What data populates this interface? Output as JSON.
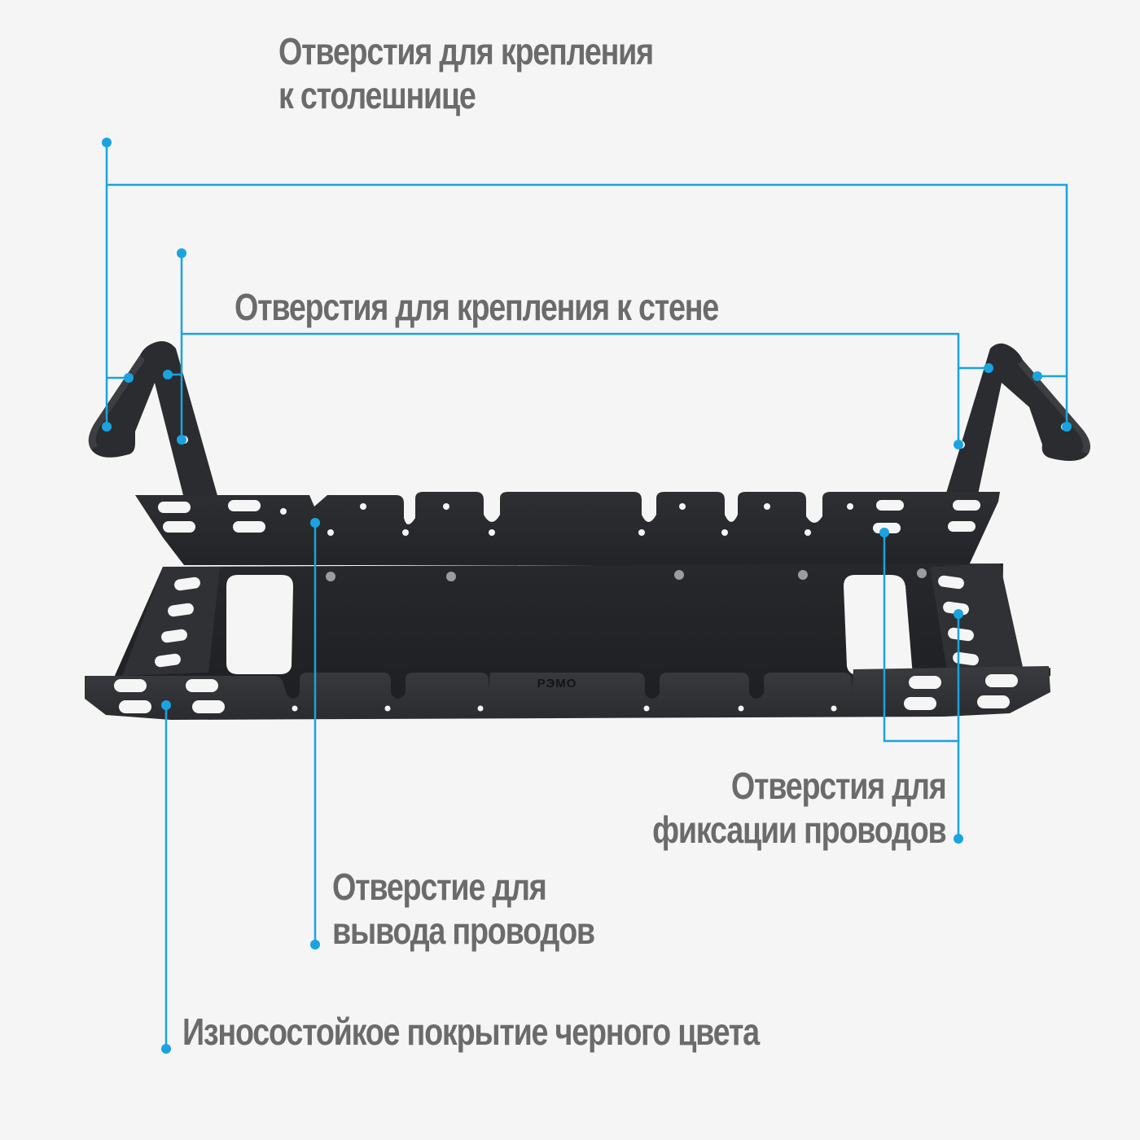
{
  "callouts": {
    "tabletop_holes": {
      "lines": [
        "Отверстия для крепления",
        "к столешнице"
      ]
    },
    "wall_holes": {
      "lines": [
        "Отверстия для крепления к стене"
      ]
    },
    "wire_fixing_holes": {
      "lines": [
        "Отверстия для",
        "фиксации проводов"
      ]
    },
    "wire_outlet_hole": {
      "lines": [
        "Отверстие для",
        "вывода проводов"
      ]
    },
    "coating": {
      "lines": [
        "Износостойкое покрытие черного цвета"
      ]
    }
  },
  "product": {
    "brand_mark": "РЭМО"
  },
  "colors": {
    "background": "#f5f5f5",
    "callout_line": "#1aa3e0",
    "label_text": "#6b6b6b",
    "metal": "#2b2c2f",
    "metal_dark": "#1c1d20",
    "metal_light": "#3a3b3f"
  }
}
